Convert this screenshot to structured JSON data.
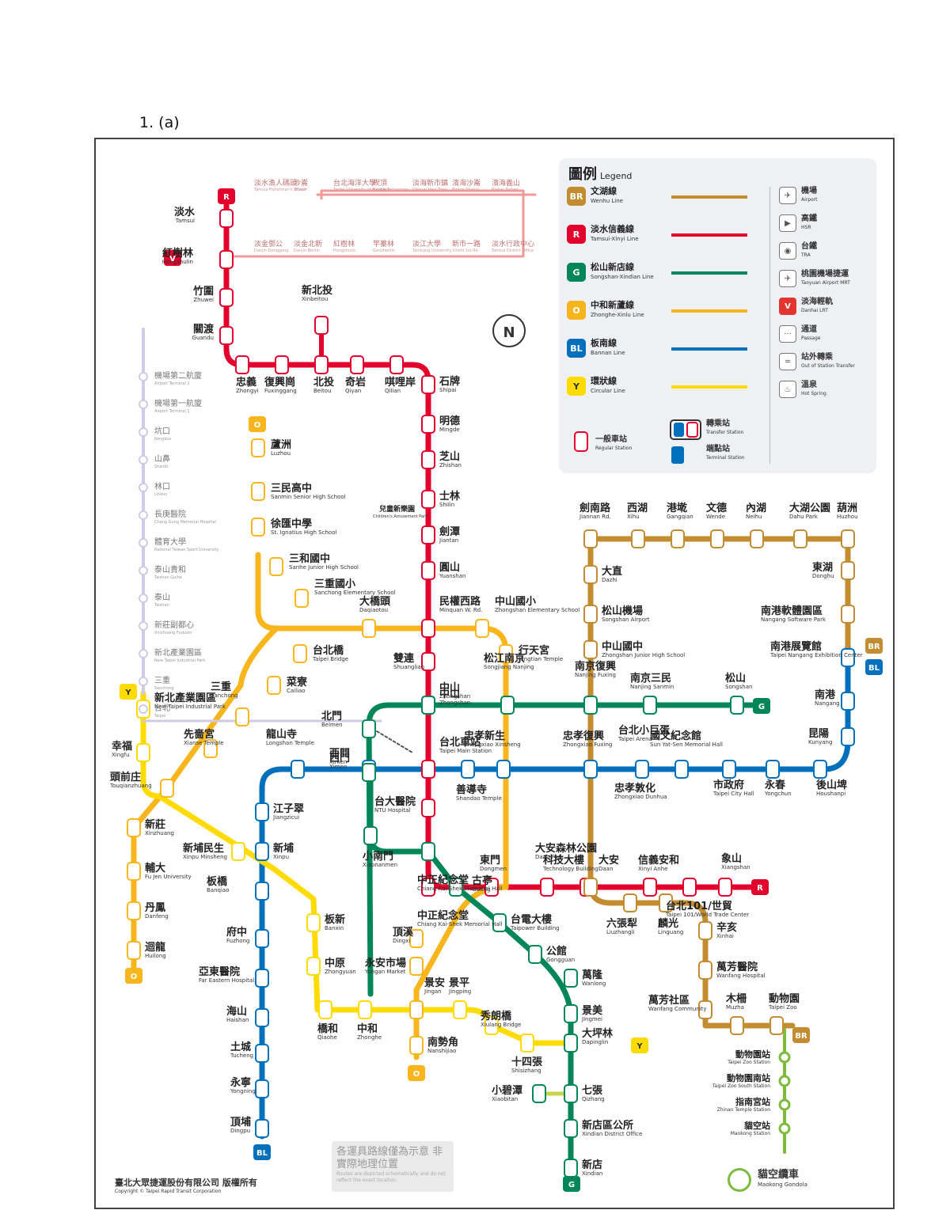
{
  "question_label": "1.  (a)",
  "colors": {
    "BR": "#c48c31",
    "R": "#e3002c",
    "G": "#008659",
    "O": "#f8b61c",
    "BL": "#0070bd",
    "Y": "#ffdb00",
    "V": "#cfcbe6",
    "LRT": "#f19a9a",
    "airport_line": "#8b5fbf",
    "gondola": "#7dbb3c",
    "shihlin_green": "#c8d645"
  },
  "legend": {
    "title": "圖例",
    "title_en": "Legend",
    "lines": [
      {
        "code": "BR",
        "name": "文湖線",
        "en": "Wenhu Line"
      },
      {
        "code": "R",
        "name": "淡水信義線",
        "en": "Tamsui-Xinyi Line"
      },
      {
        "code": "G",
        "name": "松山新店線",
        "en": "Songshan-Xindian Line"
      },
      {
        "code": "O",
        "name": "中和新蘆線",
        "en": "Zhonghe-Xinlu Line"
      },
      {
        "code": "BL",
        "name": "板南線",
        "en": "Bannan Line"
      },
      {
        "code": "Y",
        "name": "環狀線",
        "en": "Circular Line"
      }
    ],
    "stations": [
      {
        "name": "一般車站",
        "en": "Regular Station"
      },
      {
        "name": "轉乘站",
        "en": "Transfer Station"
      },
      {
        "name": "端點站",
        "en": "Terminal Station"
      }
    ],
    "icons": [
      {
        "icon": "airport-icon",
        "glyph": "✈",
        "name": "機場",
        "en": "Airport"
      },
      {
        "icon": "hsr-icon",
        "glyph": "▶",
        "name": "高鐵",
        "en": "HSR"
      },
      {
        "icon": "tra-icon",
        "glyph": "◉",
        "name": "台鐵",
        "en": "TRA"
      },
      {
        "icon": "airport-mrt-icon",
        "glyph": "✈",
        "name": "桃園機場捷運",
        "en": "Taoyuan Airport MRT"
      },
      {
        "icon": "danhai-lrt-icon",
        "glyph": "V",
        "name": "淡海輕軌",
        "en": "Danhai LRT"
      },
      {
        "icon": "passage-icon",
        "glyph": "···",
        "name": "通道",
        "en": "Passage"
      },
      {
        "icon": "out-of-station-icon",
        "glyph": "═",
        "name": "站外轉乘",
        "en": "Out of Station Transfer"
      },
      {
        "icon": "hot-spring-icon",
        "glyph": "♨",
        "name": "溫泉",
        "en": "Hot Spring"
      }
    ]
  },
  "map_labels": {
    "line_R": "R",
    "line_V": "V",
    "line_O": "O",
    "line_BL": "BL",
    "line_G": "G",
    "line_BR": "BR",
    "line_Y": "Y",
    "north": "N"
  },
  "stations": {
    "R": [
      {
        "code": "R28",
        "name": "淡水",
        "en": "Tamsui"
      },
      {
        "code": "R27",
        "name": "紅樹林",
        "en": "Hongshulin"
      },
      {
        "code": "R26",
        "name": "竹圍",
        "en": "Zhuwei"
      },
      {
        "code": "R25",
        "name": "關渡",
        "en": "Guandu"
      },
      {
        "code": "R24",
        "name": "忠義",
        "en": "Zhongyi"
      },
      {
        "code": "R23",
        "name": "復興崗",
        "en": "Fuxinggang"
      },
      {
        "code": "R22",
        "name": "北投",
        "en": "Beitou"
      },
      {
        "code": "R22A",
        "name": "新北投",
        "en": "Xinbeitou"
      },
      {
        "code": "R21",
        "name": "奇岩",
        "en": "Qiyan"
      },
      {
        "code": "R20",
        "name": "唭哩岸",
        "en": "Qilian"
      },
      {
        "code": "R19",
        "name": "石牌",
        "en": "Shipai"
      },
      {
        "code": "R18",
        "name": "明德",
        "en": "Mingde"
      },
      {
        "code": "R17",
        "name": "芝山",
        "en": "Zhishan"
      },
      {
        "code": "R16",
        "name": "士林",
        "en": "Shilin"
      },
      {
        "code": "R15",
        "name": "劍潭",
        "en": "Jiantan"
      },
      {
        "code": "R14",
        "name": "圓山",
        "en": "Yuanshan"
      },
      {
        "code": "R13",
        "name": "民權西路",
        "en": "Minquan W. Rd."
      },
      {
        "code": "R12",
        "name": "雙連",
        "en": "Shuanglian"
      },
      {
        "code": "R11",
        "name": "中山",
        "en": "Zhongshan"
      },
      {
        "code": "R10",
        "name": "台北車站",
        "en": "Taipei Main Station"
      },
      {
        "code": "R09",
        "name": "台大醫院",
        "en": "NTU Hospital"
      },
      {
        "code": "R08",
        "name": "中正紀念堂",
        "en": "Chiang Kai-Shek Memorial Hall"
      },
      {
        "code": "R07",
        "name": "東門",
        "en": "Dongmen"
      },
      {
        "code": "R06",
        "name": "大安森林公園",
        "en": "Daan Park"
      },
      {
        "code": "R05",
        "name": "大安",
        "en": "Daan"
      },
      {
        "code": "R04",
        "name": "信義安和",
        "en": "Xinyi Anhe"
      },
      {
        "code": "R03",
        "name": "台北101/世貿",
        "en": "Taipei 101/World Trade Center"
      },
      {
        "code": "R02",
        "name": "象山",
        "en": "Xiangshan"
      }
    ],
    "BL": [
      {
        "code": "BL23",
        "name": "南港展覽館",
        "en": "Taipei Nangang Exhibition Center"
      },
      {
        "code": "BL22",
        "name": "南港",
        "en": "Nangang"
      },
      {
        "code": "BL21",
        "name": "昆陽",
        "en": "Kunyang"
      },
      {
        "code": "BL20",
        "name": "後山埤",
        "en": "Houshanpi"
      },
      {
        "code": "BL19",
        "name": "永春",
        "en": "Yongchun"
      },
      {
        "code": "BL18",
        "name": "市政府",
        "en": "Taipei City Hall"
      },
      {
        "code": "BL17",
        "name": "國父紀念館",
        "en": "Sun Yat-Sen Memorial Hall"
      },
      {
        "code": "BL16",
        "name": "忠孝敦化",
        "en": "Zhongxiao Dunhua"
      },
      {
        "code": "BL15",
        "name": "忠孝復興",
        "en": "Zhongxiao Fuxing"
      },
      {
        "code": "BL14",
        "name": "忠孝新生",
        "en": "Zhongxiao Xinsheng"
      },
      {
        "code": "BL13",
        "name": "善導寺",
        "en": "Shandao Temple"
      },
      {
        "code": "BL11",
        "name": "西門",
        "en": "Ximen"
      },
      {
        "code": "BL10",
        "name": "龍山寺",
        "en": "Longshan Temple"
      },
      {
        "code": "BL09",
        "name": "江子翠",
        "en": "Jiangzicui"
      },
      {
        "code": "BL08",
        "name": "新埔",
        "en": "Xinpu"
      },
      {
        "code": "BL07",
        "name": "板橋",
        "en": "Banqiao"
      },
      {
        "code": "BL06",
        "name": "府中",
        "en": "Fuzhong"
      },
      {
        "code": "BL05",
        "name": "亞東醫院",
        "en": "Far Eastern Hospital"
      },
      {
        "code": "BL04",
        "name": "海山",
        "en": "Haishan"
      },
      {
        "code": "BL03",
        "name": "土城",
        "en": "Tucheng"
      },
      {
        "code": "BL02",
        "name": "永寧",
        "en": "Yongning"
      },
      {
        "code": "BL01",
        "name": "頂埔",
        "en": "Dingpu"
      }
    ],
    "G": [
      {
        "code": "G19",
        "name": "松山",
        "en": "Songshan"
      },
      {
        "code": "G18",
        "name": "南京三民",
        "en": "Nanjing Sanmin"
      },
      {
        "code": "G17",
        "name": "台北小巨蛋",
        "en": "Taipei Arena"
      },
      {
        "code": "G16",
        "name": "南京復興",
        "en": "Nanjing Fuxing"
      },
      {
        "code": "G15",
        "name": "松江南京",
        "en": "Songjiang Nanjing"
      },
      {
        "code": "G14",
        "name": "中山",
        "en": "Zhongshan"
      },
      {
        "code": "G13",
        "name": "北門",
        "en": "Beimen"
      },
      {
        "code": "G12",
        "name": "西門",
        "en": "Ximen"
      },
      {
        "code": "G11",
        "name": "小南門",
        "en": "Xiaonanmen"
      },
      {
        "code": "G10",
        "name": "中正紀念堂",
        "en": "Chiang Kai-Shek Memorial Hall"
      },
      {
        "code": "G09",
        "name": "古亭",
        "en": "Guting"
      },
      {
        "code": "G08",
        "name": "台電大樓",
        "en": "Taipower Building"
      },
      {
        "code": "G07",
        "name": "公館",
        "en": "Gongguan"
      },
      {
        "code": "G06",
        "name": "萬隆",
        "en": "Wanlong"
      },
      {
        "code": "G05",
        "name": "景美",
        "en": "Jingmei"
      },
      {
        "code": "G04",
        "name": "大坪林",
        "en": "Dapinglin"
      },
      {
        "code": "G03",
        "name": "七張",
        "en": "Qizhang"
      },
      {
        "code": "G03A",
        "name": "小碧潭",
        "en": "Xiaobitan"
      },
      {
        "code": "G02",
        "name": "新店區公所",
        "en": "Xindian District Office"
      },
      {
        "code": "G01",
        "name": "新店",
        "en": "Xindian"
      }
    ],
    "O": [
      {
        "code": "O54",
        "name": "蘆洲",
        "en": "Luzhou"
      },
      {
        "code": "O53",
        "name": "三民高中",
        "en": "Sanmin Senior High School"
      },
      {
        "code": "O52",
        "name": "徐匯中學",
        "en": "St. Ignatius High School"
      },
      {
        "code": "O51",
        "name": "三和國中",
        "en": "Sanhe Junior High School"
      },
      {
        "code": "O50",
        "name": "三重國小",
        "en": "Sanchong Elementary School"
      },
      {
        "code": "O12",
        "name": "大橋頭",
        "en": "Daqiaotou"
      },
      {
        "code": "O10",
        "name": "中山國小",
        "en": "Zhongshan Elementary School"
      },
      {
        "code": "O09",
        "name": "行天宮",
        "en": "Xingtian Temple"
      },
      {
        "code": "O13",
        "name": "台北橋",
        "en": "Taipei Bridge"
      },
      {
        "code": "O14",
        "name": "菜寮",
        "en": "Cailiao"
      },
      {
        "code": "O15",
        "name": "三重",
        "en": "Sanchong"
      },
      {
        "code": "O16",
        "name": "先嗇宮",
        "en": "Xianse Temple"
      },
      {
        "code": "O17",
        "name": "頭前庄",
        "en": "Touqianzhuang"
      },
      {
        "code": "O18",
        "name": "新莊",
        "en": "Xinzhuang"
      },
      {
        "code": "O19",
        "name": "輔大",
        "en": "Fu Jen University"
      },
      {
        "code": "O20",
        "name": "丹鳳",
        "en": "Danfeng"
      },
      {
        "code": "O21",
        "name": "迴龍",
        "en": "Huilong"
      },
      {
        "code": "O04",
        "name": "頂溪",
        "en": "Dingxi"
      },
      {
        "code": "O03",
        "name": "永安市場",
        "en": "Yongan Market"
      },
      {
        "code": "O02",
        "name": "景安",
        "en": "Jingan"
      },
      {
        "code": "O01",
        "name": "南勢角",
        "en": "Nanshijiao"
      }
    ],
    "BR": [
      {
        "code": "BR15",
        "name": "劍南路",
        "en": "Jiannan Rd."
      },
      {
        "code": "BR16",
        "name": "西湖",
        "en": "Xihu"
      },
      {
        "code": "BR17",
        "name": "港墘",
        "en": "Gangqian"
      },
      {
        "code": "BR18",
        "name": "文德",
        "en": "Wende"
      },
      {
        "code": "BR19",
        "name": "內湖",
        "en": "Neihu"
      },
      {
        "code": "BR20",
        "name": "大湖公園",
        "en": "Dahu Park"
      },
      {
        "code": "BR21",
        "name": "葫洲",
        "en": "Huzhou"
      },
      {
        "code": "BR22",
        "name": "東湖",
        "en": "Donghu"
      },
      {
        "code": "BR23",
        "name": "南港軟體園區",
        "en": "Nangang Software Park"
      },
      {
        "code": "BR14",
        "name": "大直",
        "en": "Dazhi"
      },
      {
        "code": "BR13",
        "name": "松山機場",
        "en": "Songshan Airport"
      },
      {
        "code": "BR12",
        "name": "中山國中",
        "en": "Zhongshan Junior High School"
      },
      {
        "code": "BR07",
        "name": "科技大樓",
        "en": "Technology Building"
      },
      {
        "code": "BR06",
        "name": "麟光",
        "en": "Linguang"
      },
      {
        "code": "BR05",
        "name": "辛亥",
        "en": "Xinhai"
      },
      {
        "code": "BR04",
        "name": "萬芳醫院",
        "en": "Wanfang Hospital"
      },
      {
        "code": "BR03",
        "name": "萬芳社區",
        "en": "Wanfang Community"
      },
      {
        "code": "BR02",
        "name": "木柵",
        "en": "Muzha"
      },
      {
        "code": "BR01",
        "name": "動物園",
        "en": "Taipei Zoo"
      },
      {
        "code": "BR08",
        "name": "六張犁",
        "en": "Liuzhangli"
      }
    ],
    "Y": [
      {
        "code": "Y20",
        "name": "新北產業園區",
        "en": "New Taipei Industrial Park"
      },
      {
        "code": "Y19",
        "name": "幸福",
        "en": "Xingfu"
      },
      {
        "code": "Y17",
        "name": "新埔民生",
        "en": "Xinpu Minsheng"
      },
      {
        "code": "Y15",
        "name": "板新",
        "en": "Banxin"
      },
      {
        "code": "Y14",
        "name": "中原",
        "en": "Zhongyuan"
      },
      {
        "code": "Y13",
        "name": "橋和",
        "en": "Qiaohe"
      },
      {
        "code": "Y12",
        "name": "中和",
        "en": "Zhonghe"
      },
      {
        "code": "Y10",
        "name": "景平",
        "en": "Jingping"
      },
      {
        "code": "Y09",
        "name": "秀朗橋",
        "en": "Xiulang Bridge"
      },
      {
        "code": "Y08",
        "name": "十四張",
        "en": "Shisizhang"
      }
    ],
    "A": [
      {
        "name": "機場第二航廈",
        "en": "Airport Terminal 2"
      },
      {
        "name": "機場第一航廈",
        "en": "Airport Terminal 1"
      },
      {
        "name": "坑口",
        "en": "Kengkou"
      },
      {
        "name": "山鼻",
        "en": "Shanbi"
      },
      {
        "name": "林口",
        "en": "Linkou"
      },
      {
        "name": "長庚醫院",
        "en": "Chang Gung Memorial Hospital"
      },
      {
        "name": "體育大學",
        "en": "National Taiwan Sport University"
      },
      {
        "name": "泰山貴和",
        "en": "Taishan Guihe"
      },
      {
        "name": "泰山",
        "en": "Taishan"
      },
      {
        "name": "新莊副都心",
        "en": "Xinzhuang Fuduxin"
      },
      {
        "name": "新北產業園區",
        "en": "New Taipei Industrial Park"
      },
      {
        "name": "三重",
        "en": "Sanchong"
      },
      {
        "name": "台北",
        "en": "Taipei"
      }
    ],
    "V": [
      {
        "name": "淡水漁人碼頭",
        "en": "Tamsui Fisherman's Wharf"
      },
      {
        "name": "沙崙",
        "en": "Shalun"
      },
      {
        "name": "台北海洋大學",
        "en": "Taipei University of Marine Technology"
      },
      {
        "name": "崁頂",
        "en": "Kanding"
      },
      {
        "name": "淡海新市鎮",
        "en": "Danhai New Town"
      },
      {
        "name": "濱海沙崙",
        "en": "Binhai Shalun"
      },
      {
        "name": "濱海義山",
        "en": "Binhai Yishan"
      },
      {
        "name": "淡金鄧公",
        "en": "Danjin Denggong"
      },
      {
        "name": "淡金北新",
        "en": "Danjin Beixin"
      },
      {
        "name": "紅樹林",
        "en": "Hongshulin"
      },
      {
        "name": "竿蓁林",
        "en": "Ganzhenlin"
      },
      {
        "name": "淡江大學",
        "en": "Tamkang University"
      },
      {
        "name": "新市一路",
        "en": "Xinshi 1st Rd."
      },
      {
        "name": "淡水行政中心",
        "en": "Tamsui District Office"
      }
    ],
    "gondola": [
      {
        "name": "動物園站",
        "en": "Taipei Zoo Station"
      },
      {
        "name": "動物園南站",
        "en": "Taipei Zoo South Station"
      },
      {
        "name": "指南宮站",
        "en": "Zhinan Temple Station"
      },
      {
        "name": "貓空站",
        "en": "Maokong Station"
      }
    ],
    "other": [
      {
        "name": "兒童新樂園",
        "en": "Children's Amusement Park"
      },
      {
        "name": "頂溪",
        "en": "Dingxi"
      }
    ]
  },
  "note": {
    "zh": "各運具路線僅為示意 非實際地理位置",
    "en": "Routes are depicted schematically and do not reflect the exact location."
  },
  "copyright": {
    "zh": "臺北大眾捷運股份有限公司 版權所有",
    "en": "Copyright © Taipei Rapid Transit Corporation"
  },
  "gondola_label": {
    "zh": "貓空纜車",
    "en": "Maokong Gondola"
  }
}
